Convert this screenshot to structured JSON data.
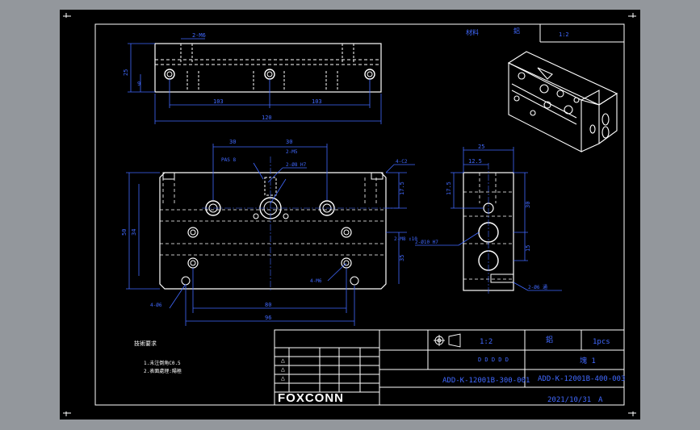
{
  "title_block": {
    "scale": "1:2",
    "material": "鋁",
    "quantity": "1pcs",
    "part_name": "塊 1",
    "drawing_no_main": "ADD-K-12001B-300-001",
    "drawing_no_part": "ADD-K-12001B-400-003",
    "date": "2021/10/31",
    "revision": "A",
    "company_logo": "FOXCONN",
    "small_cell": "D D D D D"
  },
  "top_block": {
    "label_left": "材料",
    "label_mid": "鋁",
    "label_right": "1:2"
  },
  "dimensions": {
    "top_view": {
      "height_total": "25",
      "height_hole": "9",
      "left_span": "103",
      "right_span": "103",
      "overall": "120",
      "note": "2-M6"
    },
    "front_view": {
      "left_offset": "30",
      "right_offset": "30",
      "hole_note_1": "2-M5",
      "hole_note_2": "2-M8 ↧10",
      "hole_note_3": "2-Ø8 H7",
      "pin_note": "PAS 8",
      "chamfer": "4-C2",
      "height_total": "50",
      "height_inner": "34",
      "right_dim_top": "17.5",
      "right_dim_low": "35",
      "bottom_inner": "80",
      "bottom_outer": "96",
      "thread_note": "4-M6",
      "bottom_left_note": "4-Ø6"
    },
    "side_view": {
      "width": "25",
      "inner": "12.5",
      "left_dim": "17.5",
      "right_dim_1": "30",
      "right_dim_2": "15",
      "hole_note": "2-Ø10 H7",
      "bottom_note": "2-Ø6 通"
    }
  },
  "notes": {
    "title": "技術要求",
    "lines": [
      "1.未注倒角C0.5",
      "2.表面處理:陽極"
    ]
  },
  "revision_symbols": [
    "△",
    "△",
    "△"
  ]
}
